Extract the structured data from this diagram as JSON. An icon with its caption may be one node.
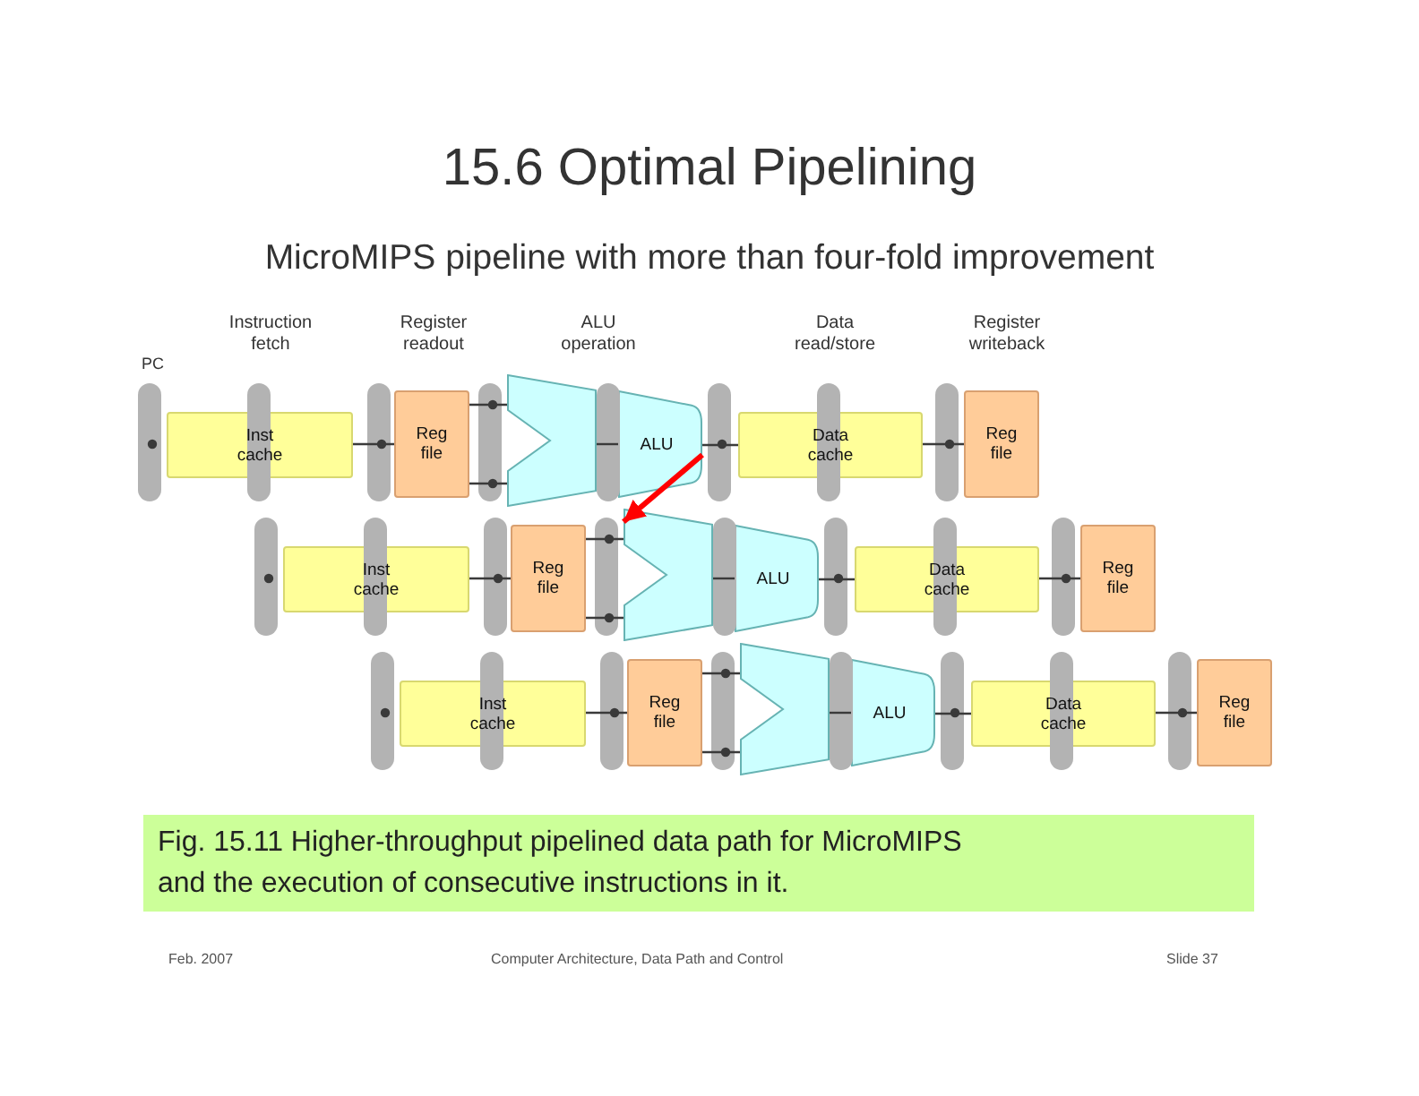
{
  "diagram": {
    "title": "15.6 Optimal Pipelining",
    "caption": "Fig. 15.11 Higher-throughput pipelined data path for MicroMIPS and the execution of consecutive instructions in it.",
    "nodes": [
      {
        "text": [
          "Inst cache"
        ]
      },
      {
        "text": [
          "Reg file"
        ]
      },
      {
        "text": [],
        "shape": "trapezoid"
      },
      {
        "text": [
          "ALU"
        ]
      },
      {
        "text": [
          "Data cache"
        ]
      },
      {
        "text": [
          "Reg file"
        ]
      },
      {
        "text": [
          "Inst cache"
        ]
      },
      {
        "text": [
          "Reg file"
        ]
      },
      {
        "text": [],
        "shape": "trapezoid"
      },
      {
        "text": [
          "ALU"
        ]
      },
      {
        "text": [
          "Data cache"
        ]
      },
      {
        "text": [
          "Reg file"
        ]
      },
      {
        "text": [
          "Inst cache"
        ]
      },
      {
        "text": [
          "Reg file"
        ]
      },
      {
        "text": [],
        "shape": "trapezoid"
      },
      {
        "text": [
          "ALU"
        ]
      },
      {
        "text": [
          "Data cache"
        ]
      },
      {
        "text": [
          "Reg file"
        ]
      }
    ],
    "edges": [
      {
        "from": 0,
        "to": 1,
        "arrow": "none"
      },
      {
        "from": 1,
        "to": 2,
        "arrow": "none"
      },
      {
        "from": 2,
        "to": 3,
        "arrow": "none"
      },
      {
        "from": 3,
        "to": 4,
        "arrow": "none"
      },
      {
        "from": 4,
        "to": 5,
        "arrow": "none"
      },
      {
        "from": 6,
        "to": 7,
        "arrow": "none"
      },
      {
        "from": 7,
        "to": 8,
        "arrow": "none"
      },
      {
        "from": 8,
        "to": 9,
        "arrow": "none"
      },
      {
        "from": 9,
        "to": 10,
        "arrow": "none"
      },
      {
        "from": 10,
        "to": 11,
        "arrow": "none"
      },
      {
        "from": 12,
        "to": 13,
        "arrow": "none"
      },
      {
        "from": 13,
        "to": 14,
        "arrow": "none"
      },
      {
        "from": 14,
        "to": 15,
        "arrow": "none"
      },
      {
        "from": 15,
        "to": 16,
        "arrow": "none"
      },
      {
        "from": 16,
        "to": 17,
        "arrow": "none"
      },
      {
        "from": 3,
        "to": 8,
        "arrow": "to",
        "style": "thick",
        "color": "#ff0000"
      }
    ],
    "labels": [
      "MicroMIPS pipeline with more than four-fold improvement",
      "Instruction fetch",
      "Register readout",
      "ALU operation",
      "Data read/store",
      "Register writeback",
      "PC",
      "Feb. 2007",
      "Computer Architecture, Data Path and Control",
      "Slide 37"
    ]
  }
}
